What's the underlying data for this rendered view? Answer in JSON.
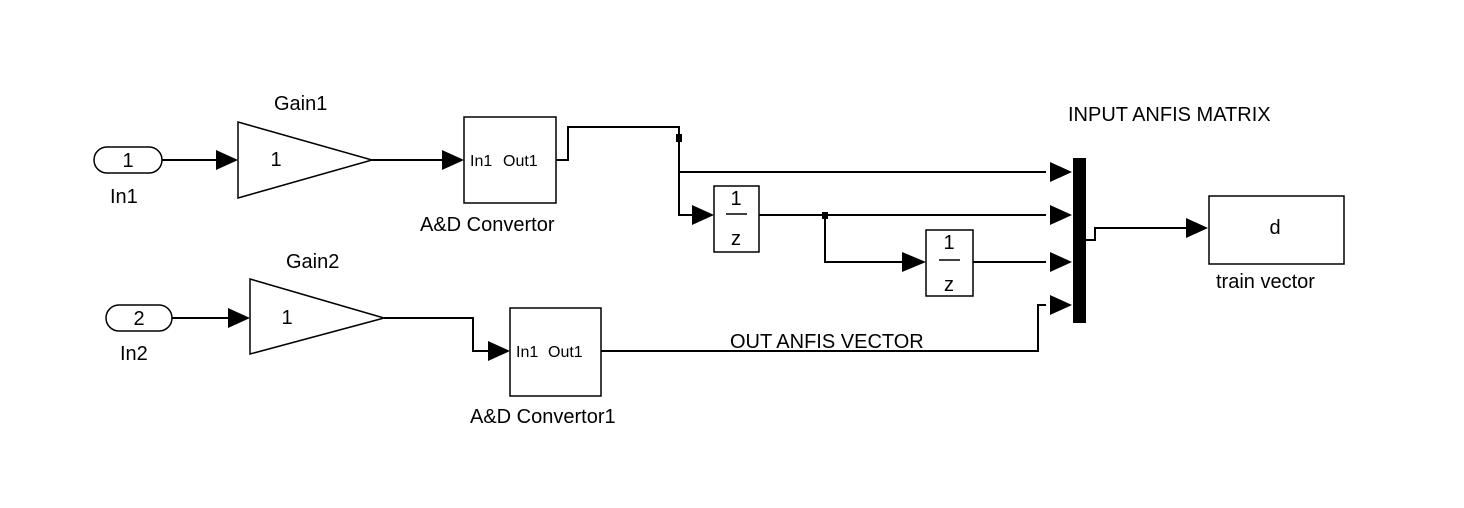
{
  "blocks": {
    "in1": {
      "value": "1",
      "label": "In1"
    },
    "in2": {
      "value": "2",
      "label": "In2"
    },
    "gain1": {
      "value": "1",
      "label": "Gain1"
    },
    "gain2": {
      "value": "1",
      "label": "Gain2"
    },
    "adc1": {
      "port_in": "In1",
      "port_out": "Out1",
      "label": "A&D Convertor"
    },
    "adc2": {
      "port_in": "In1",
      "port_out": "Out1",
      "label": "A&D Convertor1"
    },
    "delay1": {
      "num": "1",
      "den": "z"
    },
    "delay2": {
      "num": "1",
      "den": "z"
    },
    "mux": {
      "label": "INPUT ANFIS MATRIX"
    },
    "train": {
      "value": "d",
      "label": "train vector"
    }
  },
  "signals": {
    "out_vector": "OUT ANFIS VECTOR"
  }
}
